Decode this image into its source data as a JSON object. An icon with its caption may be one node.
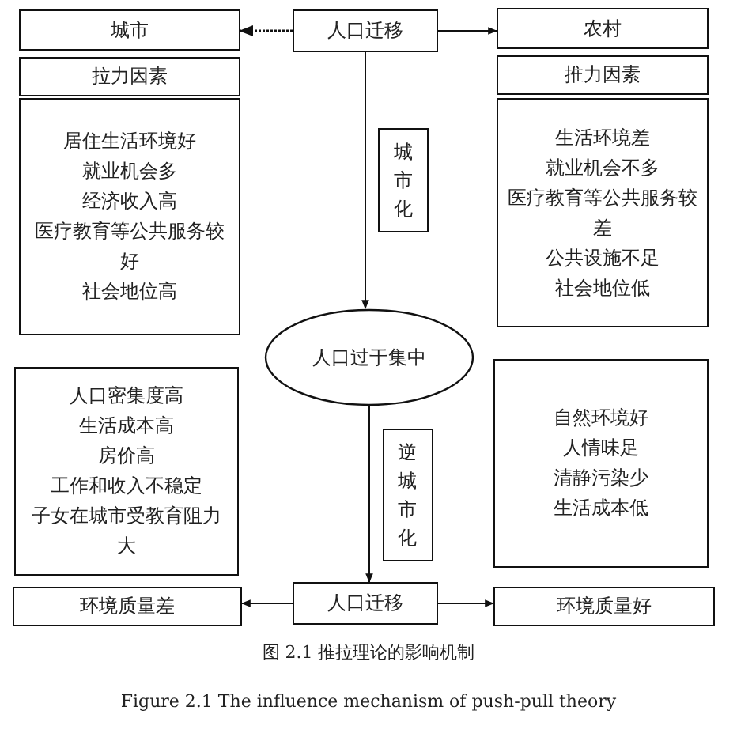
{
  "diagram": {
    "caption": "图 2.1 推拉理论的影响机制",
    "nodes": [
      {
        "text": [
          "城市"
        ]
      },
      {
        "text": [
          "人口迁移"
        ]
      },
      {
        "text": [
          "农村"
        ]
      },
      {
        "text": [
          "拉力因素"
        ]
      },
      {
        "text": [
          "推力因素"
        ]
      },
      {
        "text": [
          "居住生活环境好",
          "就业机会多",
          "经济收入高",
          "医疗教育等公共服务较好",
          "社会地位高"
        ]
      },
      {
        "text": [
          "生活环境差",
          "就业机会不多",
          "医疗教育等公共服务较差",
          "公共设施不足",
          "社会地位低"
        ]
      },
      {
        "text": [
          "人口过于集中"
        ]
      },
      {
        "text": [
          "人口密集度高",
          "生活成本高",
          "房价高",
          "工作和收入不稳定",
          "子女在城市受教育阻力大"
        ]
      },
      {
        "text": [
          "自然环境好",
          "人情味足",
          "清静污染少",
          "生活成本低"
        ]
      },
      {
        "text": [
          "环境质量差"
        ]
      },
      {
        "text": [
          "人口迁移"
        ]
      },
      {
        "text": [
          "环境质量好"
        ]
      }
    ],
    "edges": [
      {
        "from": 1,
        "to": 0,
        "arrow": "to",
        "style": "dashed"
      },
      {
        "from": 1,
        "to": 2,
        "arrow": "to"
      },
      {
        "from": 1,
        "to": 7,
        "arrow": "to",
        "label": "城市化"
      },
      {
        "from": 7,
        "to": 11,
        "arrow": "to",
        "label": "逆城市化"
      },
      {
        "from": 11,
        "to": 10,
        "arrow": "to"
      },
      {
        "from": 11,
        "to": 12,
        "arrow": "to"
      }
    ],
    "labels": [
      "Figure 2.1 The influence mechanism of push-pull theory"
    ]
  }
}
